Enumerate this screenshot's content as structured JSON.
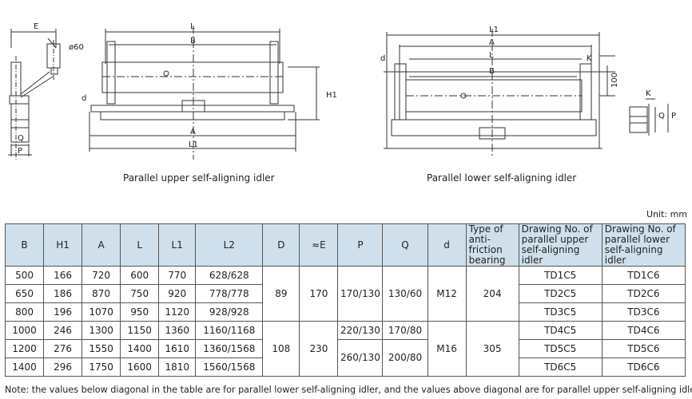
{
  "drawings": {
    "upper": {
      "caption": "Parallel upper self-aligning idler",
      "labels": {
        "E": "E",
        "dia": "ø60",
        "L": "L",
        "B": "B",
        "H1": "H1",
        "d": "d",
        "A": "A",
        "L1": "L1",
        "Q": "Q",
        "P": "P"
      }
    },
    "lower": {
      "caption": "Parallel lower self-aligning idler",
      "labels": {
        "L1": "L1",
        "A": "A",
        "L": "L",
        "d": "d",
        "K": "K",
        "B": "B",
        "h100": "100",
        "Q": "Q",
        "P": "P",
        "Ka": "K"
      }
    }
  },
  "unit": "Unit: mm",
  "table": {
    "headers": [
      "B",
      "H1",
      "A",
      "L",
      "L1",
      "L2",
      "D",
      "≈E",
      "P",
      "Q",
      "d",
      "Type of anti-friction bearing",
      "Drawing No. of parallel upper self-aligning idler",
      "Drawing No. of parallel lower self-aligning idler"
    ],
    "rows": [
      {
        "B": "500",
        "H1": "166",
        "A": "720",
        "L": "600",
        "L1": "770",
        "L2": "628/628",
        "upper": "TD1C5",
        "lower": "TD1C6"
      },
      {
        "B": "650",
        "H1": "186",
        "A": "870",
        "L": "750",
        "L1": "920",
        "L2": "778/778",
        "upper": "TD2C5",
        "lower": "TD2C6"
      },
      {
        "B": "800",
        "H1": "196",
        "A": "1070",
        "L": "950",
        "L1": "1120",
        "L2": "928/928",
        "upper": "TD3C5",
        "lower": "TD3C6"
      },
      {
        "B": "1000",
        "H1": "246",
        "A": "1300",
        "L": "1150",
        "L1": "1360",
        "L2": "1160/1168",
        "upper": "TD4C5",
        "lower": "TD4C6"
      },
      {
        "B": "1200",
        "H1": "276",
        "A": "1550",
        "L": "1400",
        "L1": "1610",
        "L2": "1360/1568",
        "upper": "TD5C5",
        "lower": "TD5C6"
      },
      {
        "B": "1400",
        "H1": "296",
        "A": "1750",
        "L": "1600",
        "L1": "1810",
        "L2": "1560/1568",
        "upper": "TD6C5",
        "lower": "TD6C6"
      }
    ],
    "group1": {
      "D": "89",
      "E": "170",
      "P": "170/130",
      "Q": "130/60",
      "d": "M12",
      "bearing": "204"
    },
    "group2": {
      "D": "108",
      "E": "230",
      "P_a": "220/130",
      "Q_a": "170/80",
      "P_b": "260/130",
      "Q_b": "200/80",
      "d": "M16",
      "bearing": "305"
    }
  },
  "note": "Note: the values below diagonal in the table are for parallel lower self-aligning idler, and the values above diagonal are for parallel upper self-aligning idler."
}
